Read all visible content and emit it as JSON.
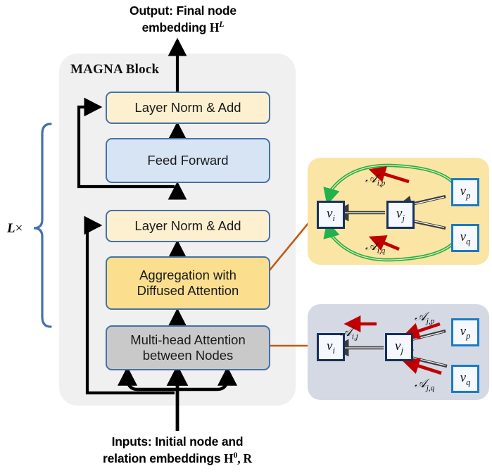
{
  "figure": {
    "title": "MAGNA Block architecture diagram",
    "output_caption_line1": "Output: Final node",
    "output_caption_line2_prefix": "embedding ",
    "output_caption_H": "H",
    "output_caption_sup": "L",
    "input_caption_line1": "Inputs: Initial node and",
    "input_caption_line2_prefix": "relation embeddings ",
    "input_caption_H": "H",
    "input_caption_sup": "0",
    "input_caption_suffix": ", R",
    "block_title": "MAGNA Block",
    "repeat_label_L": "L",
    "repeat_label_times": "×"
  },
  "blocks": [
    {
      "id": "layer-norm-add-top",
      "label": "Layer Norm & Add",
      "fill": "#fdf0d0",
      "stroke": "#4472a8"
    },
    {
      "id": "feed-forward",
      "label": "Feed Forward",
      "fill": "#d6e4f4",
      "stroke": "#4472a8"
    },
    {
      "id": "layer-norm-add-bottom",
      "label": "Layer Norm & Add",
      "fill": "#fdf0d0",
      "stroke": "#4472a8"
    },
    {
      "id": "aggregation",
      "label_line1": "Aggregation with",
      "label_line2": "Diffused Attention",
      "fill": "#fbdf8e",
      "stroke": "#4472a8"
    },
    {
      "id": "multi-head-attention",
      "label_line1": "Multi-head Attention",
      "label_line2": "between Nodes",
      "fill": "#c9c9c9",
      "stroke": "#4472a8"
    }
  ],
  "panel_yellow": {
    "background": "#fae5a5",
    "nodes": [
      {
        "id": "vi",
        "base": "v",
        "sub": "i",
        "border": "#16315e"
      },
      {
        "id": "vj",
        "base": "v",
        "sub": "j",
        "border": "#16315e"
      },
      {
        "id": "vp",
        "base": "v",
        "sub": "p",
        "border": "#1b7ac4"
      },
      {
        "id": "vq",
        "base": "v",
        "sub": "q",
        "border": "#1b7ac4"
      }
    ],
    "labels": [
      {
        "id": "A-i-p",
        "base": "𝒜",
        "sub": "i,p"
      },
      {
        "id": "A-i-q",
        "base": "𝒜",
        "sub": "i,q"
      }
    ],
    "arrow_colors": {
      "diffusion": "#22b14c",
      "attention": "#c00000",
      "message": "#3b3b3b"
    }
  },
  "panel_blue": {
    "background": "#d4d9e4",
    "nodes": [
      {
        "id": "vi",
        "base": "v",
        "sub": "i",
        "border": "#16315e"
      },
      {
        "id": "vj",
        "base": "v",
        "sub": "j",
        "border": "#16315e"
      },
      {
        "id": "vp",
        "base": "v",
        "sub": "p",
        "border": "#1b7ac4"
      },
      {
        "id": "vq",
        "base": "v",
        "sub": "q",
        "border": "#1b7ac4"
      }
    ],
    "labels": [
      {
        "id": "A-i-j",
        "base": "𝒜",
        "sub": "i,j"
      },
      {
        "id": "A-j-p",
        "base": "𝒜",
        "sub": "j,p"
      },
      {
        "id": "A-j-q",
        "base": "𝒜",
        "sub": "j,q"
      }
    ],
    "arrow_colors": {
      "attention": "#c00000",
      "message": "#3b3b3b"
    }
  },
  "colors": {
    "panel_gray": "#f0f0f0",
    "connector_orange": "#c55a11",
    "brace_blue": "#4472a8",
    "flow_black": "#000000"
  }
}
